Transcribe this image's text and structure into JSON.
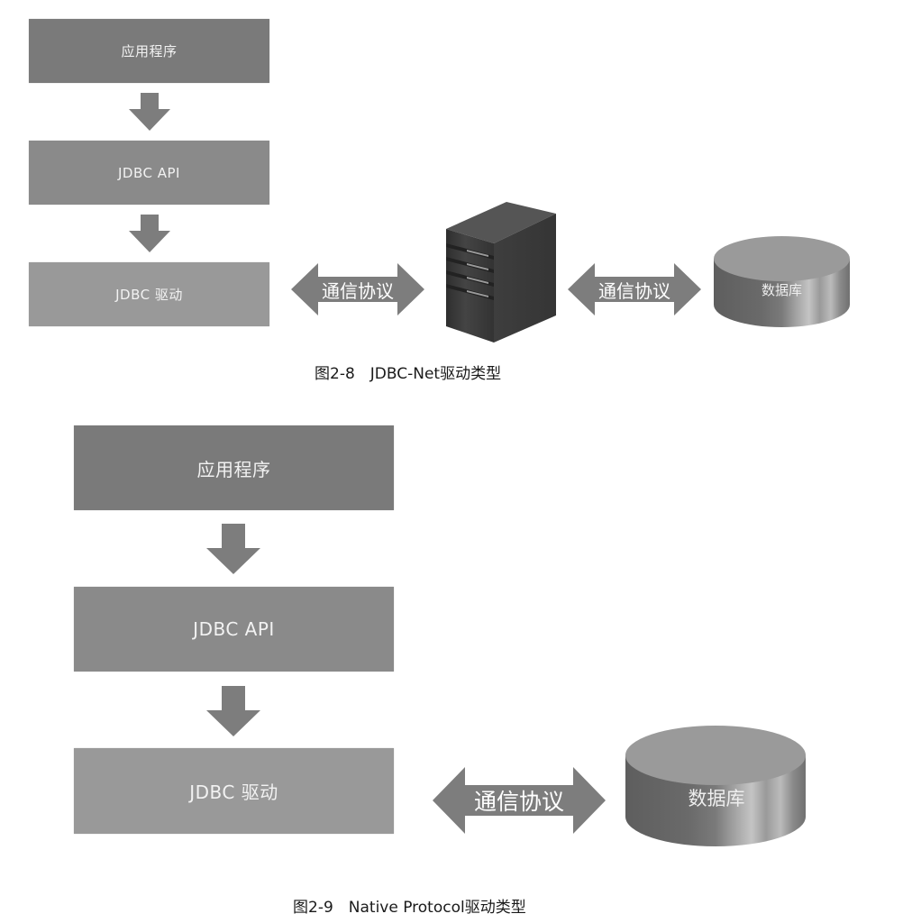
{
  "colors": {
    "box_app": "#7a7a7a",
    "box_api": "#8a8a8a",
    "box_driver": "#999999",
    "arrow": "#7d7d7d",
    "server_front": "#3a3a3a",
    "db_top": "#9a9a9a",
    "caption_text": "#1a1a1a"
  },
  "figures": [
    {
      "id": "fig-2-8",
      "caption": "图2-8　JDBC-Net驱动类型",
      "stack": [
        "应用程序",
        "JDBC API",
        "JDBC 驱动"
      ],
      "links": [
        {
          "label": "通信协议",
          "from": "JDBC 驱动",
          "to": "server"
        },
        {
          "label": "通信协议",
          "from": "server",
          "to": "数据库"
        }
      ],
      "server_icon": "server-tower-icon",
      "database": {
        "label": "数据库",
        "icon": "database-cylinder-icon"
      }
    },
    {
      "id": "fig-2-9",
      "caption": "图2-9　Native Protocol驱动类型",
      "stack": [
        "应用程序",
        "JDBC API",
        "JDBC 驱动"
      ],
      "links": [
        {
          "label": "通信协议",
          "from": "JDBC 驱动",
          "to": "数据库"
        }
      ],
      "database": {
        "label": "数据库",
        "icon": "database-cylinder-icon"
      }
    }
  ]
}
